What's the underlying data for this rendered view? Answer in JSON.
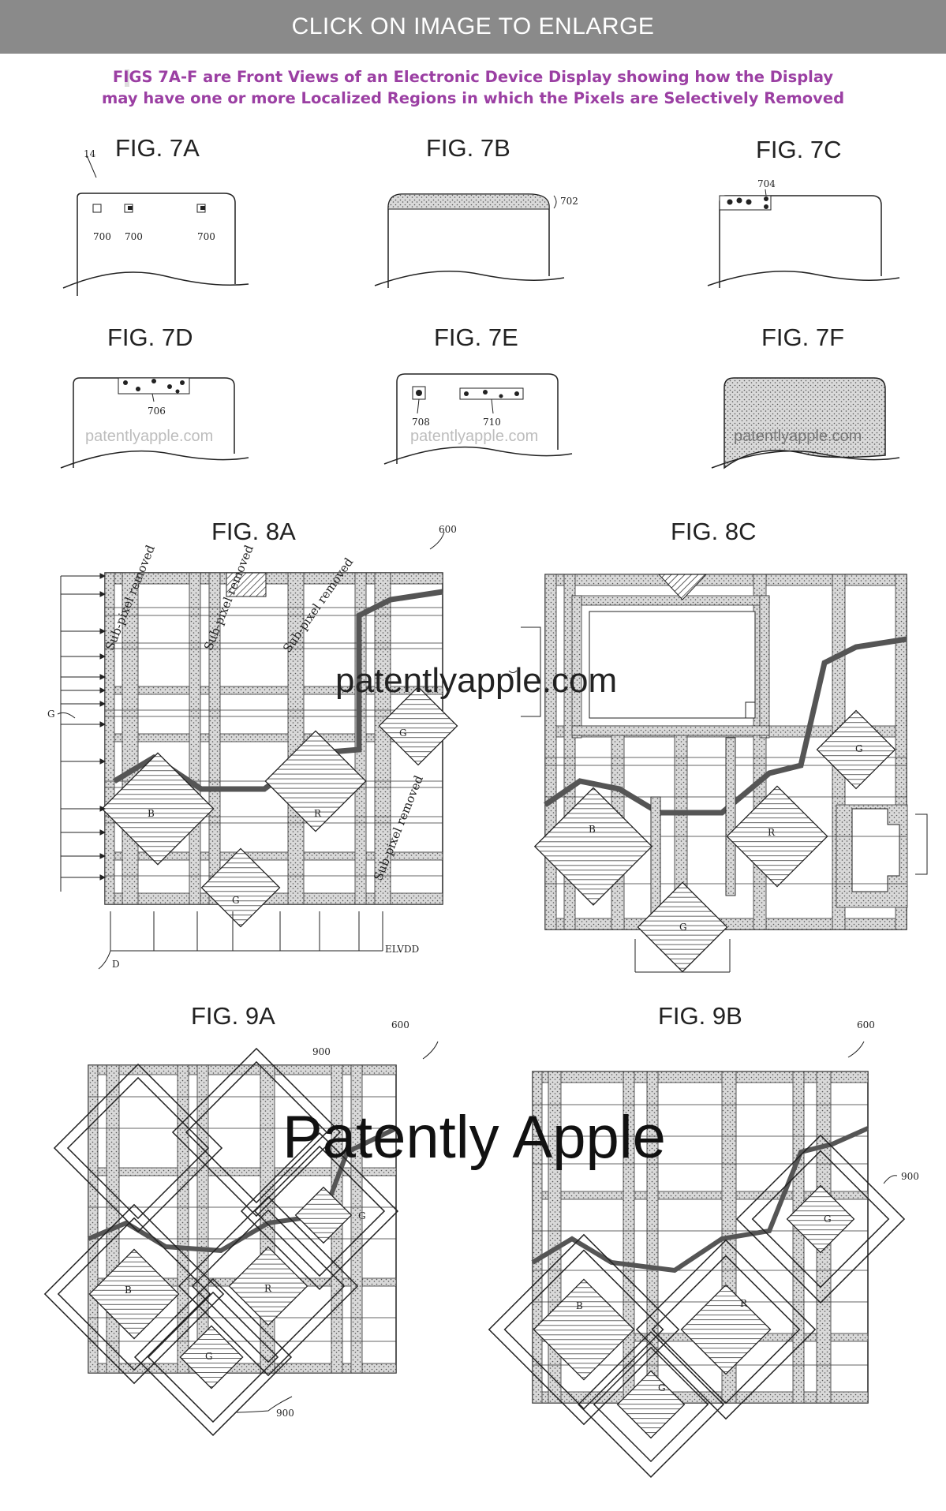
{
  "banner": {
    "label": "CLICK ON IMAGE TO ENLARGE"
  },
  "caption": {
    "line1": "FIGS 7A-F are Front Views of an Electronic Device Display showing how the Display",
    "line2": "may have one or more Localized Regions in which the Pixels are Selectively Removed"
  },
  "colors": {
    "banner": "#8a8a8a",
    "caption": "#9b3fa3",
    "ink": "#222222"
  },
  "figures": {
    "f7a": {
      "label": "FIG. 7A",
      "ref_device": "14",
      "ref_a": "700",
      "ref_b": "700",
      "ref_c": "700"
    },
    "f7b": {
      "label": "FIG. 7B",
      "ref": "702"
    },
    "f7c": {
      "label": "FIG. 7C",
      "ref": "704"
    },
    "f7d": {
      "label": "FIG. 7D",
      "ref": "706",
      "watermark": "patentlyapple.com"
    },
    "f7e": {
      "label": "FIG. 7E",
      "ref_a": "708",
      "ref_b": "710",
      "watermark": "patentlyapple.com"
    },
    "f7f": {
      "label": "FIG. 7F",
      "watermark": "patentlyapple.com"
    },
    "f8a": {
      "label": "FIG. 8A",
      "ref": "600",
      "removed_1": "Sub-pixel removed",
      "removed_2": "Sub-pixel removed",
      "removed_3": "Sub-pixel removed",
      "removed_4": "Sub-pixel removed",
      "pixel_b": "B",
      "pixel_r": "R",
      "pixel_g1": "G",
      "pixel_g2": "G",
      "gate_label": "G",
      "data_label": "D",
      "power_label": "ELVDD"
    },
    "f8c": {
      "label": "FIG. 8C",
      "pixel_b": "B",
      "pixel_r": "R",
      "pixel_g1": "G",
      "pixel_g2": "G"
    },
    "f9a": {
      "label": "FIG. 9A",
      "ref": "600",
      "ref_top": "900",
      "ref_bottom": "900",
      "pixel_b": "B",
      "pixel_r": "R",
      "pixel_g1": "G",
      "pixel_g2": "G"
    },
    "f9b": {
      "label": "FIG. 9B",
      "ref": "600",
      "ref_side": "900",
      "pixel_b": "B",
      "pixel_r": "R",
      "pixel_g1": "G",
      "pixel_g2": "G"
    }
  },
  "watermarks": {
    "middle": "patentlyapple.com",
    "large": "Patently Apple"
  }
}
